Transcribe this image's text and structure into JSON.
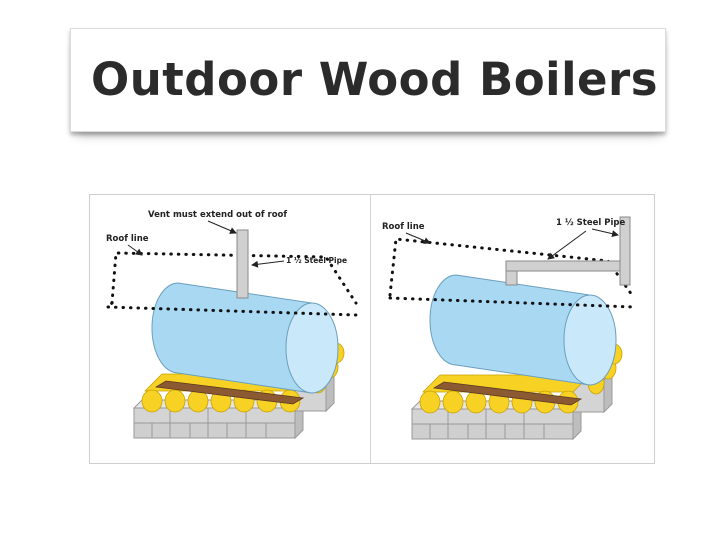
{
  "title": "Outdoor Wood Boilers",
  "left_diagram": {
    "vent_label": "Vent must extend out of roof",
    "roof_label": "Roof line",
    "pipe_label": "1 ½  Steel Pipe"
  },
  "right_diagram": {
    "roof_label": "Roof line",
    "pipe_label": "1 ½  Steel Pipe"
  },
  "colors": {
    "tank": "#a9d8f3",
    "logs": "#f7d225",
    "beam": "#8c5a32",
    "blocks": "#d4d4d4",
    "pipe": "#d0d0d0"
  }
}
